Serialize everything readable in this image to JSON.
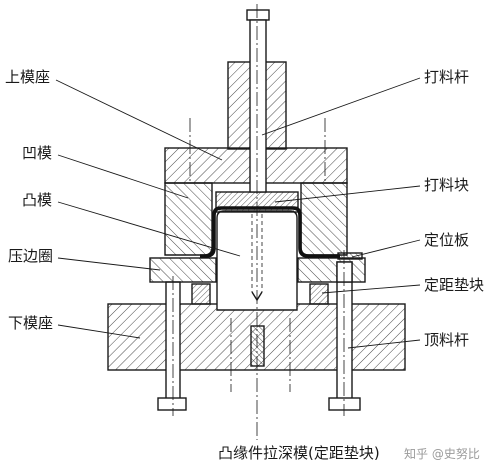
{
  "labels": {
    "upper_die_base": "上模座",
    "die": "凹模",
    "punch": "凸模",
    "blank_holder": "压边圈",
    "lower_die_base": "下模座",
    "knockout_rod": "打料杆",
    "knockout_block": "打料块",
    "locating_plate": "定位板",
    "spacer_block": "定距垫块",
    "ejector_rod": "顶料杆"
  },
  "caption": "凸缘件拉深模(定距垫块)",
  "watermark": "知乎 @史努比",
  "colors": {
    "line": "#1a1a1a",
    "hatch": "#333333",
    "background": "#ffffff",
    "watermark": "#9a9a9a"
  }
}
